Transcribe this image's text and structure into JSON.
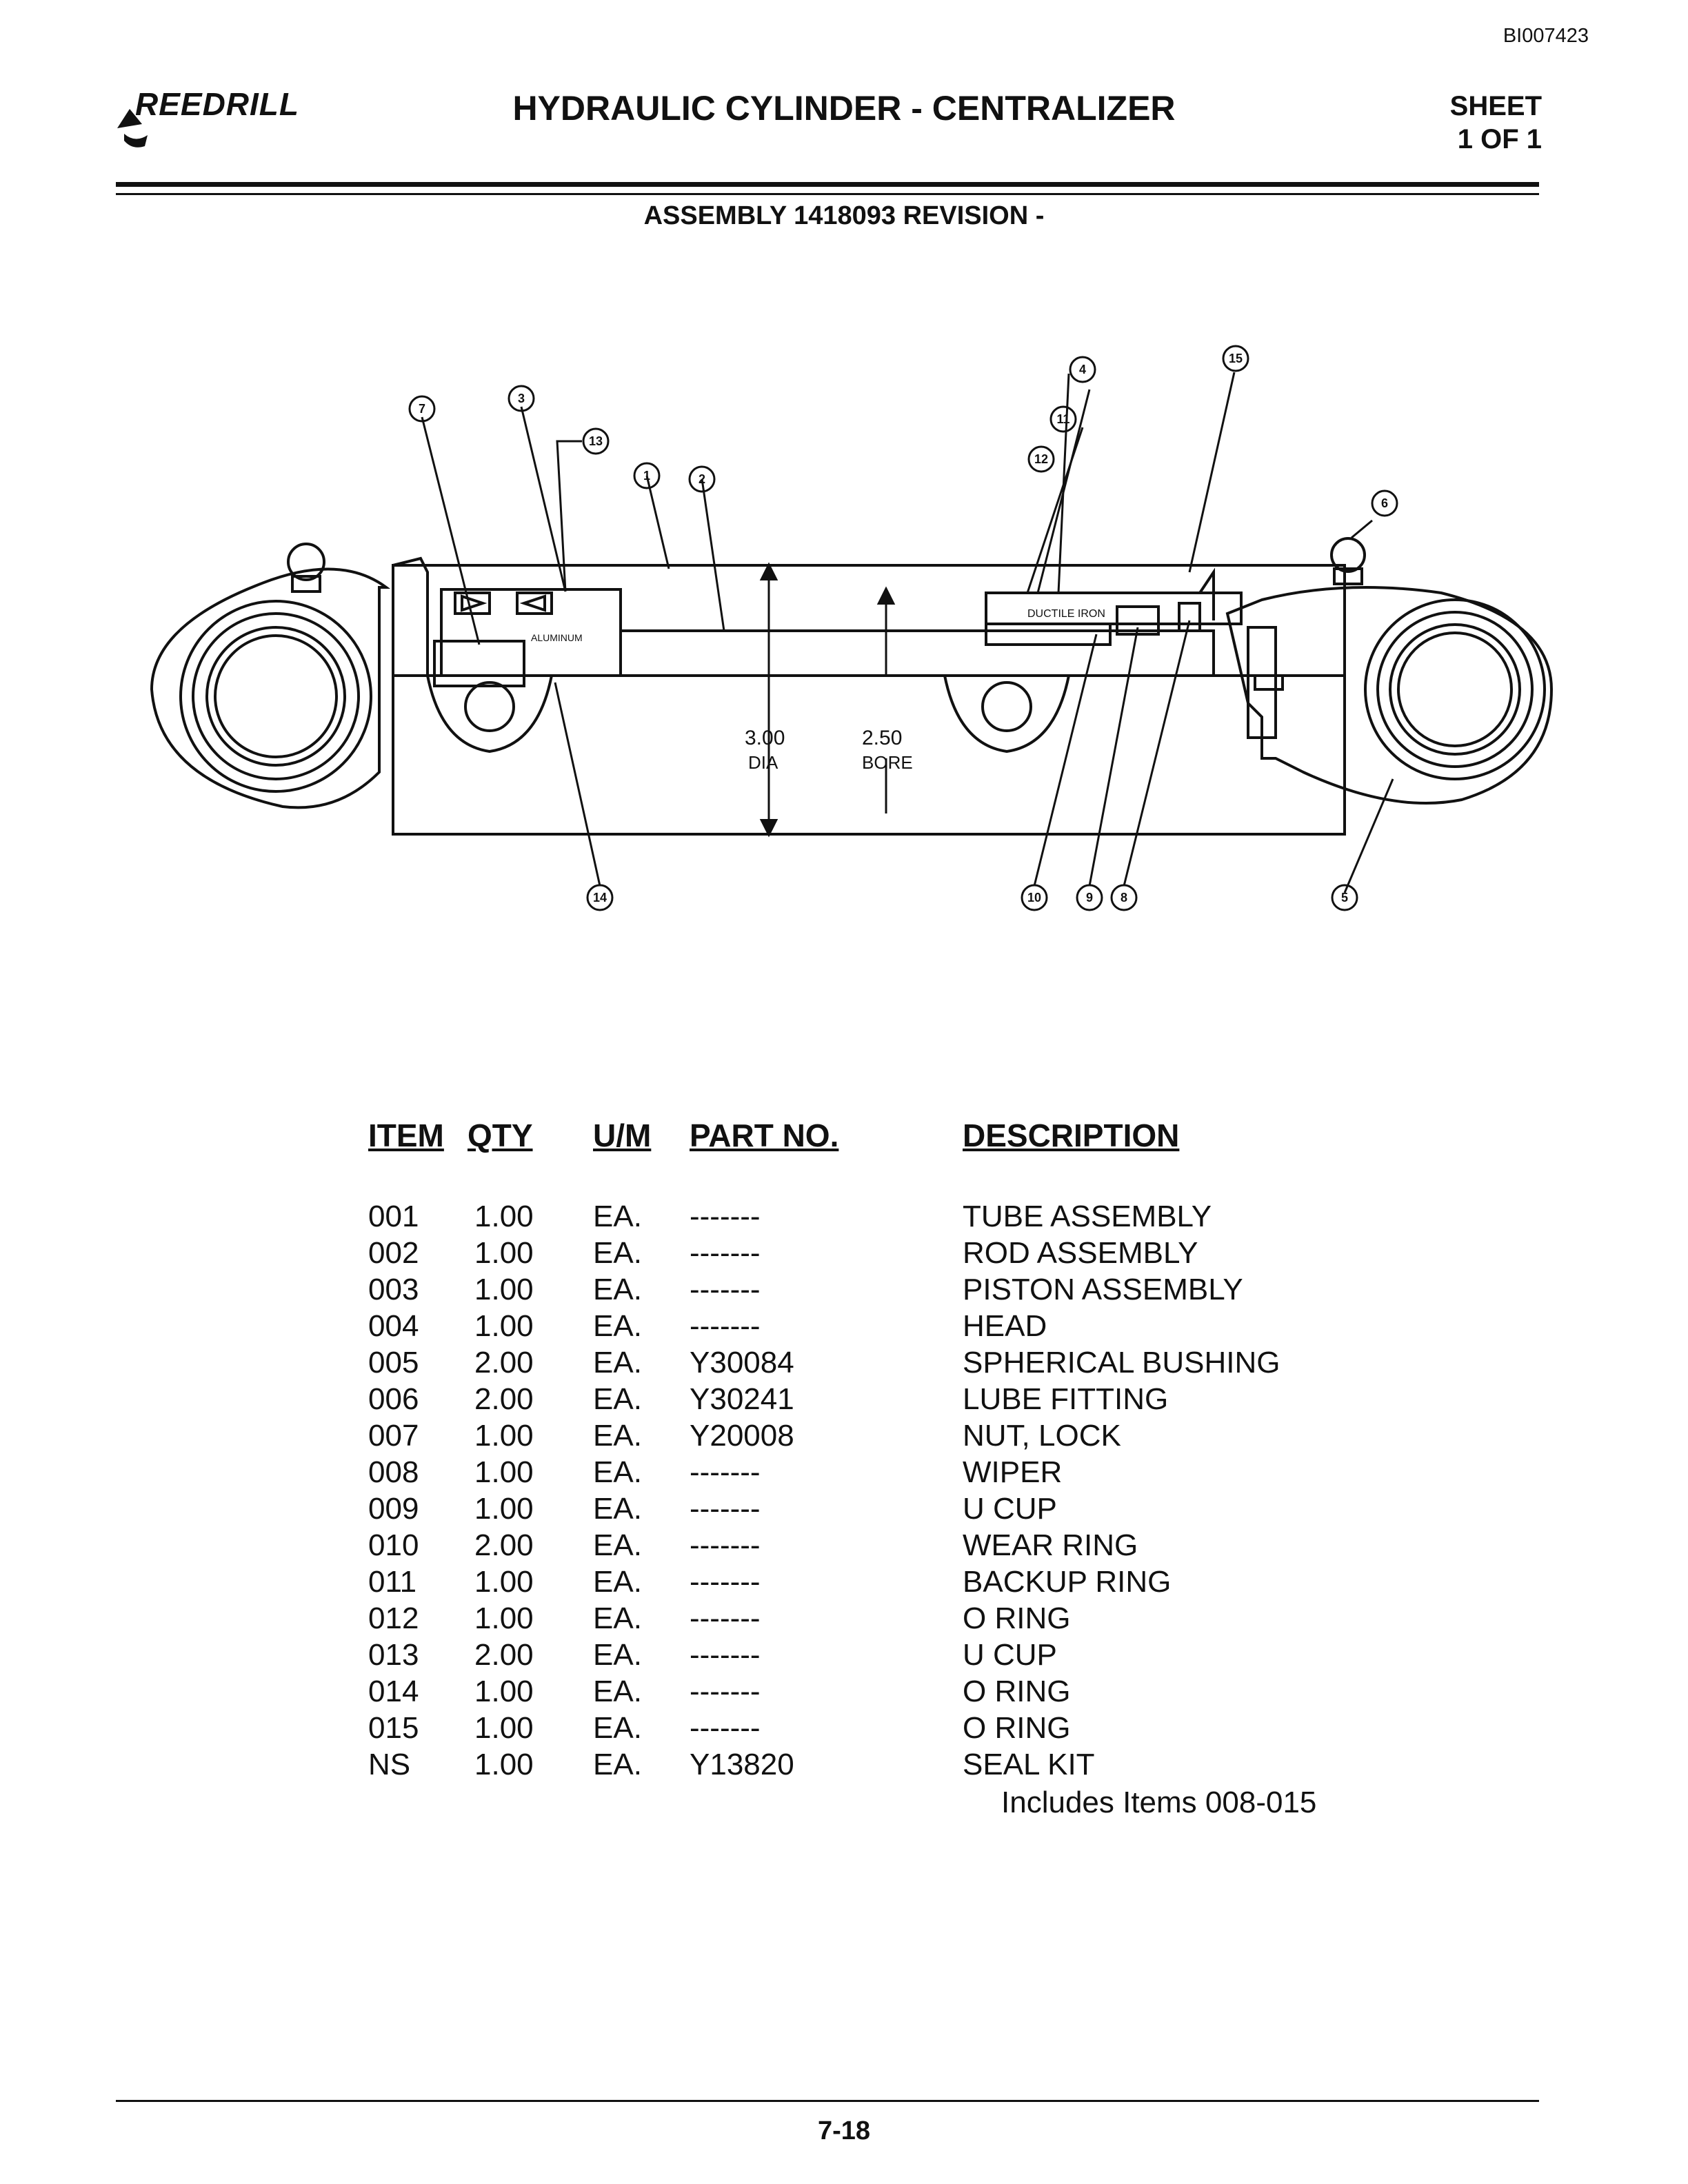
{
  "header": {
    "doc_id": "BI007423",
    "logo_text": "REEDRILL",
    "title": "HYDRAULIC CYLINDER - CENTRALIZER",
    "sheet_label": "SHEET",
    "sheet_value": "1 OF 1",
    "assembly": "ASSEMBLY 1418093 REVISION -"
  },
  "drawing": {
    "rod_diameter_value": "3.00",
    "rod_diameter_unit": "DIA",
    "bore_value": "2.50",
    "bore_unit": "BORE",
    "material_piston": "ALUMINUM",
    "material_head": "DUCTILE IRON",
    "callouts": [
      "1",
      "2",
      "3",
      "4",
      "5",
      "6",
      "7",
      "8",
      "9",
      "10",
      "11",
      "12",
      "13",
      "14",
      "15"
    ]
  },
  "parts_table": {
    "headers": {
      "item": "ITEM",
      "qty": "QTY",
      "um": "U/M",
      "part_no": "PART NO.",
      "description": "DESCRIPTION"
    },
    "rows": [
      {
        "item": "001",
        "qty": "1.00",
        "um": "EA.",
        "part_no": "-------",
        "description": "TUBE ASSEMBLY"
      },
      {
        "item": "002",
        "qty": "1.00",
        "um": "EA.",
        "part_no": "-------",
        "description": "ROD ASSEMBLY"
      },
      {
        "item": "003",
        "qty": "1.00",
        "um": "EA.",
        "part_no": "-------",
        "description": "PISTON ASSEMBLY"
      },
      {
        "item": "004",
        "qty": "1.00",
        "um": "EA.",
        "part_no": "-------",
        "description": "HEAD"
      },
      {
        "item": "005",
        "qty": "2.00",
        "um": "EA.",
        "part_no": "Y30084",
        "description": "SPHERICAL BUSHING"
      },
      {
        "item": "006",
        "qty": "2.00",
        "um": "EA.",
        "part_no": "Y30241",
        "description": "LUBE FITTING"
      },
      {
        "item": "007",
        "qty": "1.00",
        "um": "EA.",
        "part_no": "Y20008",
        "description": "NUT, LOCK"
      },
      {
        "item": "008",
        "qty": "1.00",
        "um": "EA.",
        "part_no": "-------",
        "description": "WIPER"
      },
      {
        "item": "009",
        "qty": "1.00",
        "um": "EA.",
        "part_no": "-------",
        "description": "U CUP"
      },
      {
        "item": "010",
        "qty": "2.00",
        "um": "EA.",
        "part_no": "-------",
        "description": "WEAR RING"
      },
      {
        "item": "011",
        "qty": "1.00",
        "um": "EA.",
        "part_no": "-------",
        "description": "BACKUP RING"
      },
      {
        "item": "012",
        "qty": "1.00",
        "um": "EA.",
        "part_no": "-------",
        "description": "O RING"
      },
      {
        "item": "013",
        "qty": "2.00",
        "um": "EA.",
        "part_no": "-------",
        "description": "U CUP"
      },
      {
        "item": "014",
        "qty": "1.00",
        "um": "EA.",
        "part_no": "-------",
        "description": "O RING"
      },
      {
        "item": "015",
        "qty": "1.00",
        "um": "EA.",
        "part_no": "-------",
        "description": "O RING"
      },
      {
        "item": "NS",
        "qty": "1.00",
        "um": "EA.",
        "part_no": "Y13820",
        "description": "SEAL KIT"
      }
    ],
    "note": "Includes Items 008-015"
  },
  "footer": {
    "page_number": "7-18"
  }
}
